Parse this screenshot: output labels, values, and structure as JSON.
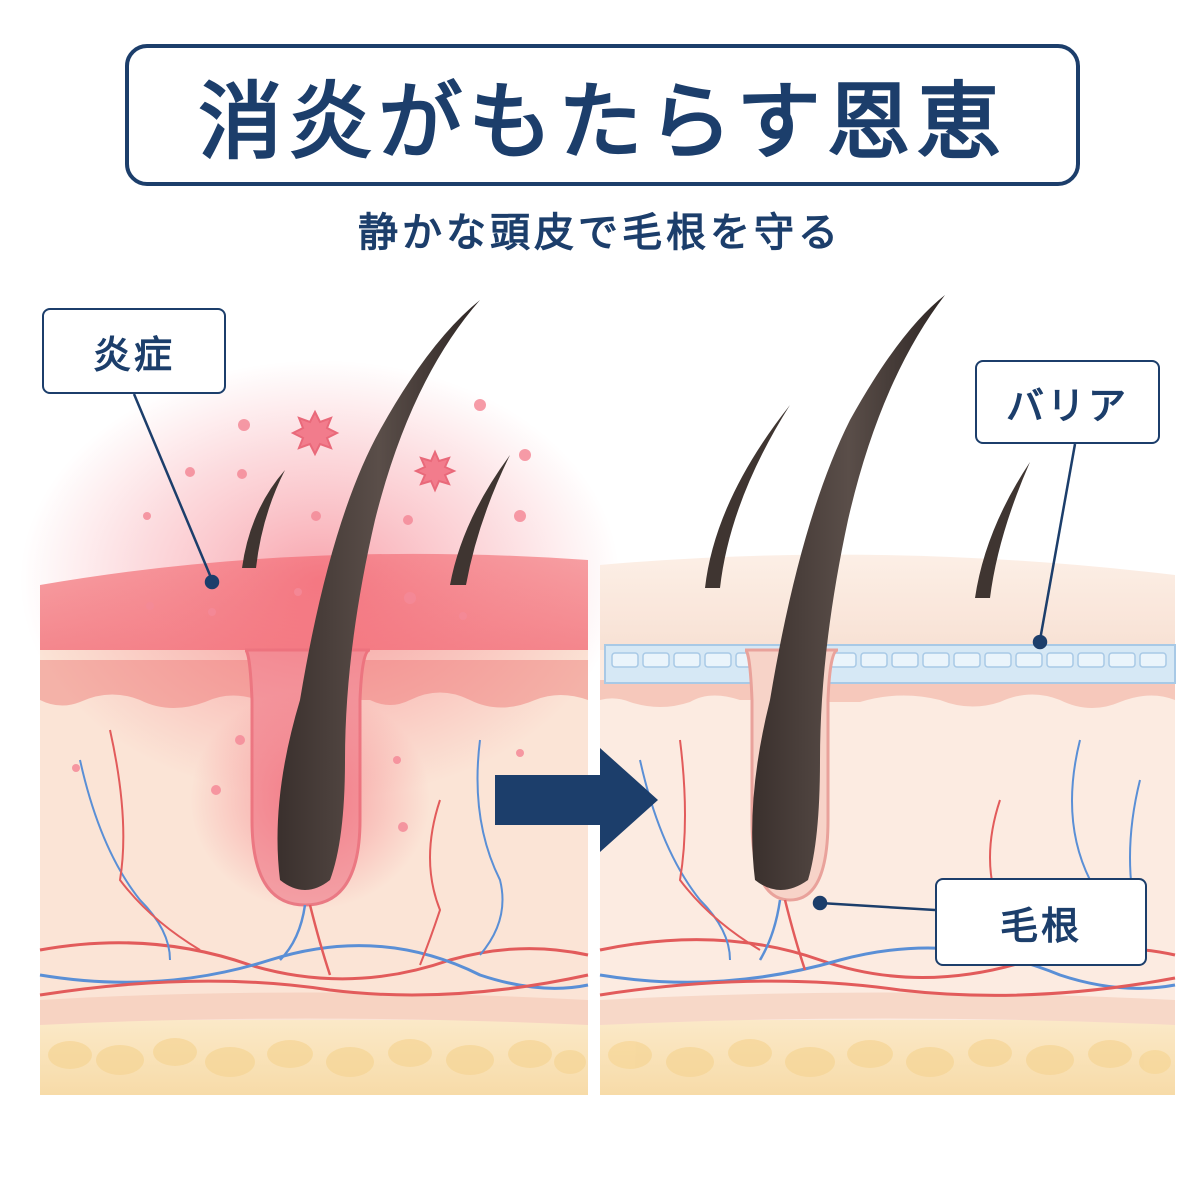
{
  "title": "消炎がもたらす恩恵",
  "subtitle": "静かな頭皮で毛根を守る",
  "labels": {
    "inflammation": "炎症",
    "barrier": "バリア",
    "hair_root": "毛根"
  },
  "colors": {
    "navy": "#1c3e6b",
    "inflamed_red": "#f26b78",
    "skin": "#fbe6da",
    "barrier_blue": "#bcd8ee",
    "vein_blue": "#5a8fd6",
    "artery_red": "#e25b5b",
    "hair": "#4a403c",
    "fat_yellow": "#f8e1b0"
  },
  "icons": [
    "right-arrow-icon"
  ]
}
